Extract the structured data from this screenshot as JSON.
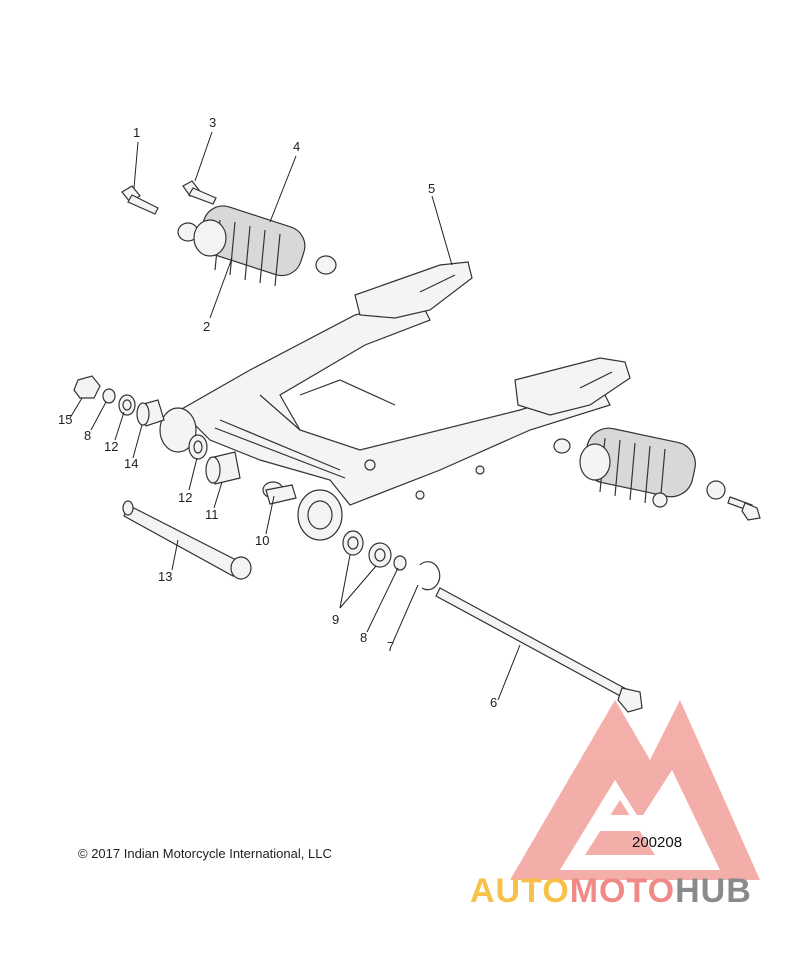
{
  "diagram": {
    "callouts": [
      "1",
      "2",
      "3",
      "4",
      "5",
      "6",
      "7",
      "8",
      "8",
      "9",
      "10",
      "11",
      "12",
      "12",
      "13",
      "14",
      "15"
    ],
    "copyright": "© 2017 Indian Motorcycle International, LLC",
    "reference_number": "200208",
    "brand": {
      "part1": "AUTO",
      "part2": "MOTO",
      "part3": "HUB"
    },
    "colors": {
      "logo_red": "#f08a85",
      "logo_yellow": "#f7c14a",
      "logo_gray": "#8a8a8a",
      "line": "#333333"
    }
  }
}
